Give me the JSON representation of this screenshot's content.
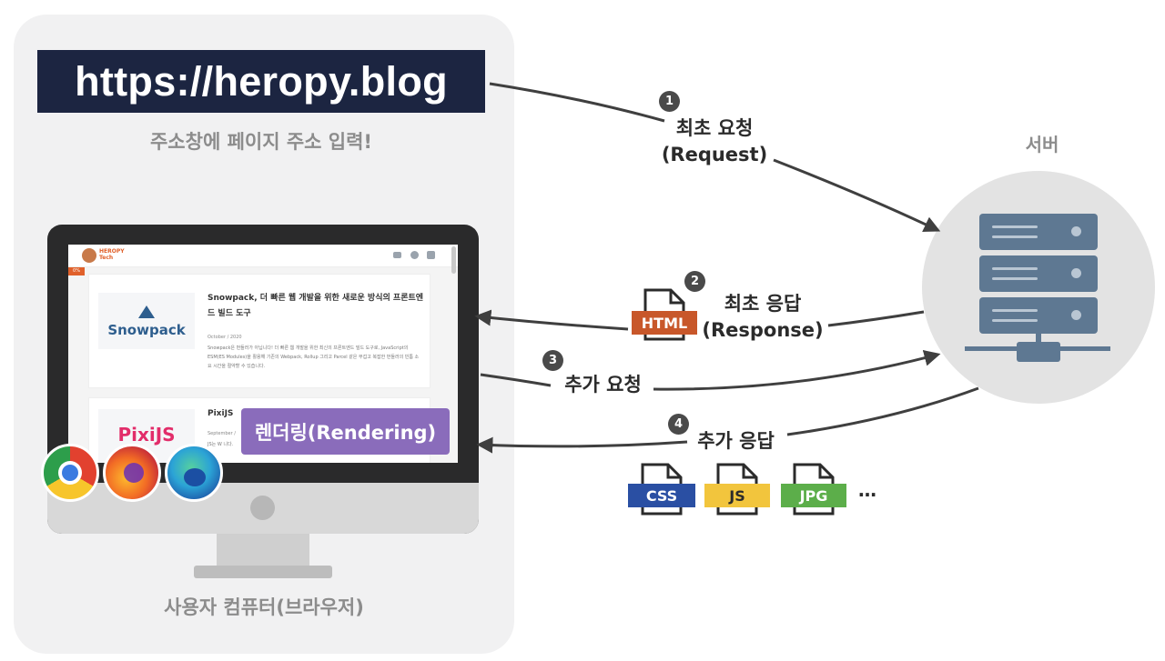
{
  "url_bar": {
    "text": "https://heropy.blog",
    "caption": "주소창에 페이지 주소 입력!"
  },
  "client": {
    "caption": "사용자 컴퓨터(브라우저)"
  },
  "server": {
    "label": "서버"
  },
  "steps": [
    {
      "number": "1",
      "line1": "최초 요청",
      "line2": "(Request)"
    },
    {
      "number": "2",
      "line1": "최초 응답",
      "line2": "(Response)"
    },
    {
      "number": "3",
      "line1": "추가 요청"
    },
    {
      "number": "4",
      "line1": "추가 응답"
    }
  ],
  "files": {
    "html": "HTML",
    "css": "CSS",
    "js": "JS",
    "jpg": "JPG",
    "more": "…"
  },
  "rendering_label": "렌더링(Rendering)",
  "blog": {
    "logo_line1": "HEROPY",
    "logo_line2": "Tech",
    "progress": "0%",
    "post1": {
      "thumb": "Snowpack",
      "title": "Snowpack, 더 빠른 웹 개발을 위한 새로운 방식의 프론트엔드 빌드 도구",
      "date": "October / 2020",
      "excerpt": "Snowpack은 번들러가 아닙니다! 더 빠른 웹 개발을 위한 최신의 프론트엔드 빌드 도구로, JavaScript의 ESM(ES Modules)을 활용해 기존의 Webpack, Rollup 그리고 Parcel 같은 무겁고 복잡한 번들러의 빈틈 소요 시간을 절약할 수 있습니다."
    },
    "post2": {
      "thumb": "PixiJS",
      "title": "PixiJS",
      "date": "September /",
      "excerpt": "JS는 W 니다."
    }
  },
  "colors": {
    "url_bg": "#1c2541",
    "html_badge": "#c8572a",
    "css_badge": "#2a4fa3",
    "js_badge": "#f2c53d",
    "jpg_badge": "#5cae4a",
    "render_box": "#8a6cbb",
    "server_rack": "#5e7892"
  }
}
